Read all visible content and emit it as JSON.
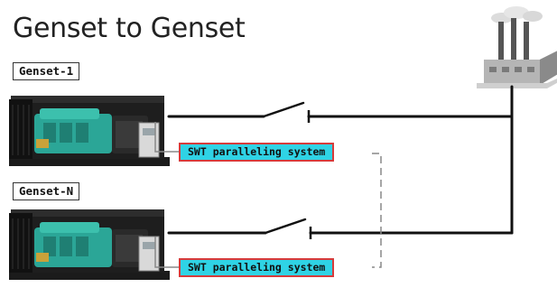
{
  "title": "Genset to Genset",
  "gensets": [
    {
      "label": "Genset-1",
      "controller": "SWT paralleling system"
    },
    {
      "label": "Genset-N",
      "controller": "SWT paralleling system"
    }
  ],
  "icons": {
    "generator": "generator-icon",
    "factory": "factory-icon",
    "switch": "breaker-switch-icon"
  },
  "colors": {
    "controller_fill": "#2fd3e5",
    "controller_border": "#d63b3b",
    "engine": "#2ba697",
    "bus_line": "#111111",
    "comm_line": "#888888"
  }
}
